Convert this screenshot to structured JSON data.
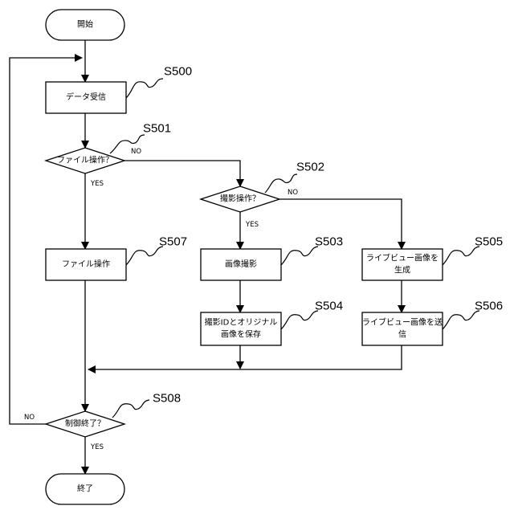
{
  "nodes": {
    "start": "開始",
    "receive": "データ受信",
    "file_op_decision": "ファイル操作？",
    "shoot_op_decision": "撮影操作？",
    "file_op": "ファイル操作",
    "image_capture": "画像撮影",
    "save_line1": "撮影IDとオリジナル",
    "save_line2": "画像を保存",
    "live_gen_line1": "ライブビュー画像を",
    "live_gen_line2": "生成",
    "live_send_line1": "ライブビュー画像を送",
    "live_send_line2": "信",
    "control_end_decision": "制御終了？",
    "end": "終了"
  },
  "steps": {
    "s500": "S500",
    "s501": "S501",
    "s502": "S502",
    "s503": "S503",
    "s504": "S504",
    "s505": "S505",
    "s506": "S506",
    "s507": "S507",
    "s508": "S508"
  },
  "branches": {
    "yes": "YES",
    "no": "NO"
  },
  "colors": {
    "stroke": "#000000",
    "fill": "#ffffff"
  }
}
